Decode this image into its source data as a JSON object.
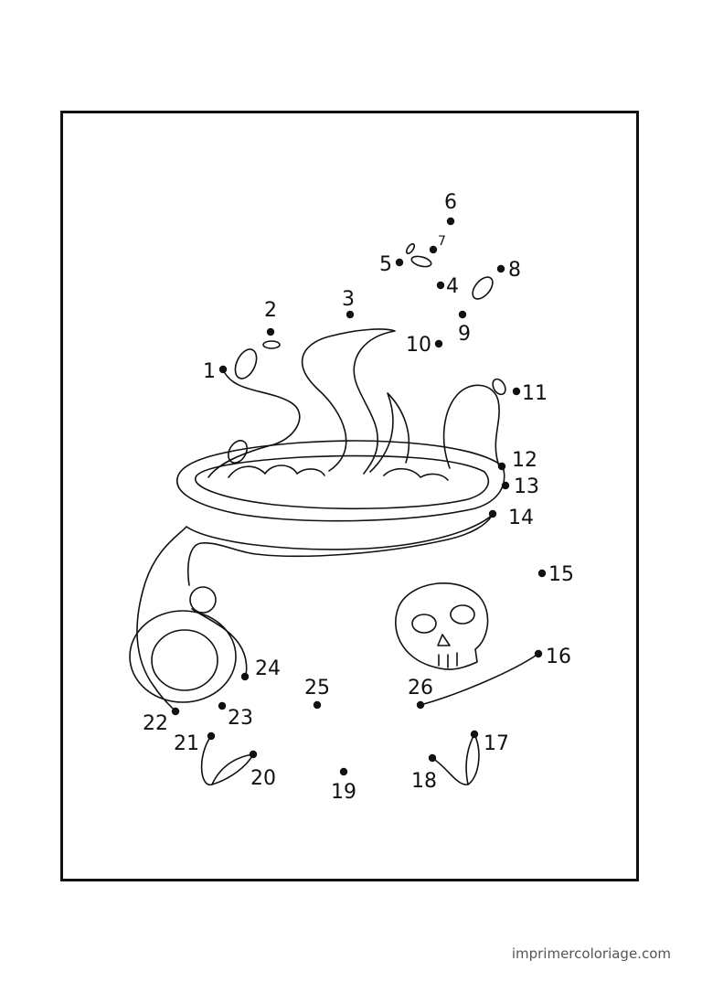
{
  "colors": {
    "ink": "#111111",
    "watermark": "#555555",
    "paper": "#ffffff"
  },
  "dots": [
    {
      "label": "1"
    },
    {
      "label": "2"
    },
    {
      "label": "3"
    },
    {
      "label": "4"
    },
    {
      "label": "5"
    },
    {
      "label": "6"
    },
    {
      "label": "7"
    },
    {
      "label": "8"
    },
    {
      "label": "9"
    },
    {
      "label": "10"
    },
    {
      "label": "11"
    },
    {
      "label": "12"
    },
    {
      "label": "13"
    },
    {
      "label": "14"
    },
    {
      "label": "15"
    },
    {
      "label": "16"
    },
    {
      "label": "17"
    },
    {
      "label": "18"
    },
    {
      "label": "19"
    },
    {
      "label": "20"
    },
    {
      "label": "21"
    },
    {
      "label": "22"
    },
    {
      "label": "23"
    },
    {
      "label": "24"
    },
    {
      "label": "25"
    },
    {
      "label": "26"
    }
  ],
  "footer": {
    "site": "imprimercoloriage.com"
  }
}
